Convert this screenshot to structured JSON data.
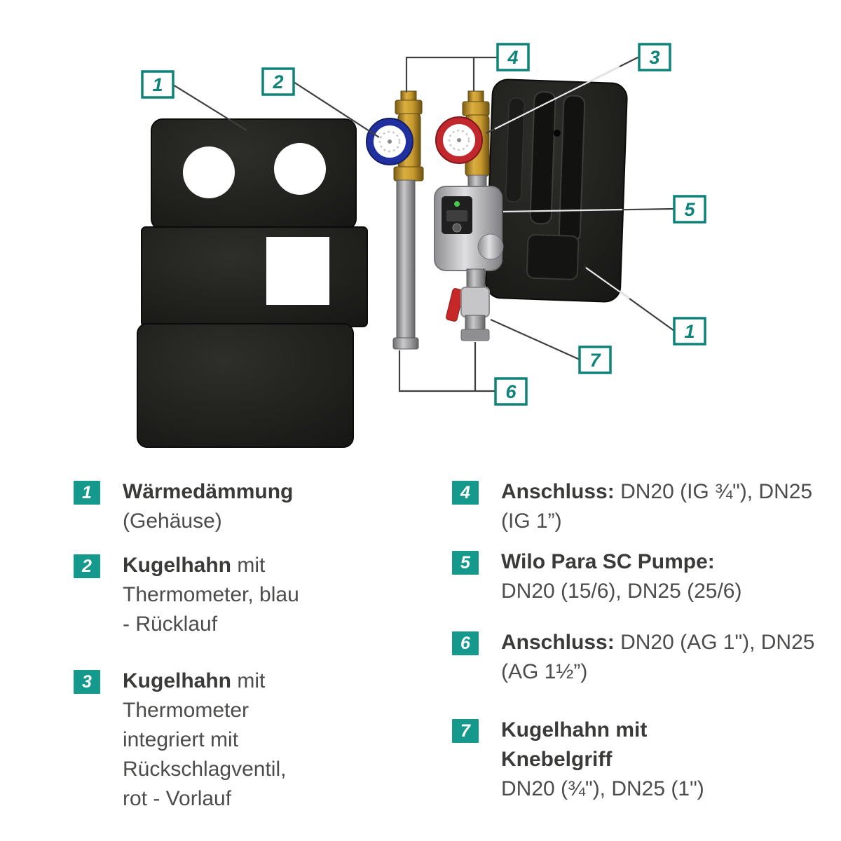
{
  "colors": {
    "accent": "#14998C",
    "accent_dark": "#0E837A",
    "text_bold": "#3A3A39",
    "text_regular": "#4C4C4B",
    "housing_black": "#1E1E1B",
    "brass": "#C89A2E",
    "thermometer_blue": "#20309E",
    "thermometer_red": "#C1272D"
  },
  "diagram": {
    "callouts": [
      {
        "label": "1"
      },
      {
        "label": "2"
      },
      {
        "label": "4"
      },
      {
        "label": "3"
      },
      {
        "label": "5"
      },
      {
        "label": "1"
      },
      {
        "label": "7"
      },
      {
        "label": "6"
      }
    ]
  },
  "legend": {
    "items_left": [
      {
        "num": "1",
        "bold": "Wärmedämmung",
        "rest": "(Gehäuse)"
      },
      {
        "num": "2",
        "bold": "Kugelhahn",
        "rest": "mit Thermometer, blau - Rücklauf"
      },
      {
        "num": "3",
        "bold": "Kugelhahn",
        "rest": "mit Thermometer integriert mit Rückschlagventil, rot - Vorlauf"
      }
    ],
    "items_right": [
      {
        "num": "4",
        "bold": "Anschluss:",
        "rest": "DN20 (IG ¾\"), DN25 (IG 1”)"
      },
      {
        "num": "5",
        "bold": "Wilo Para SC Pumpe:",
        "rest": "DN20 (15/6), DN25 (25/6)"
      },
      {
        "num": "6",
        "bold": "Anschluss:",
        "rest": "DN20 (AG 1\"), DN25 (AG 1½”)"
      },
      {
        "num": "7",
        "bold": "Kugelhahn mit Knebelgriff",
        "rest": "DN20 (¾\"), DN25 (1\")"
      }
    ]
  }
}
